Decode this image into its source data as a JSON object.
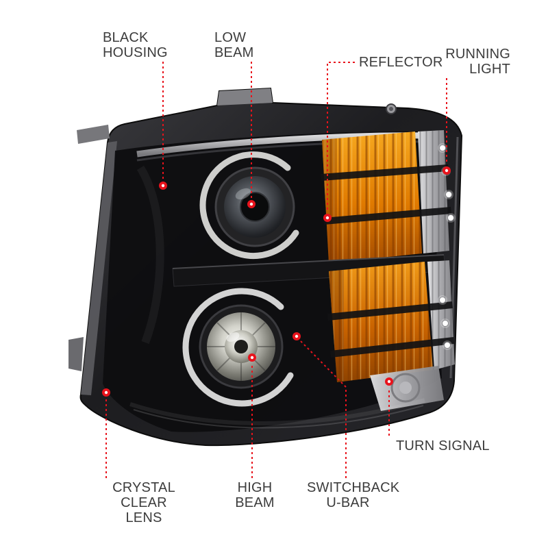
{
  "figure": {
    "background": "#ffffff",
    "accent_red": "#e8131c",
    "label_color": "#3c3c3c"
  },
  "callouts": {
    "black_housing": {
      "label": "BLACK\nHOUSING"
    },
    "low_beam": {
      "label": "LOW\nBEAM"
    },
    "reflector": {
      "label": "REFLECTOR"
    },
    "running_light": {
      "label": "RUNNING\nLIGHT"
    },
    "crystal_clear_lens": {
      "label": "CRYSTAL\nCLEAR LENS"
    },
    "high_beam": {
      "label": "HIGH\nBEAM"
    },
    "switchback_u_bar": {
      "label": "SWITCHBACK\nU-BAR"
    },
    "turn_signal": {
      "label": "TURN SIGNAL"
    }
  },
  "illustration": {
    "subject": "projector-headlight-assembly",
    "housing_color": "#1d1d20",
    "amber_color": "#e07a00",
    "chrome_color": "#b8b8bc",
    "led_color": "#ffffff"
  }
}
